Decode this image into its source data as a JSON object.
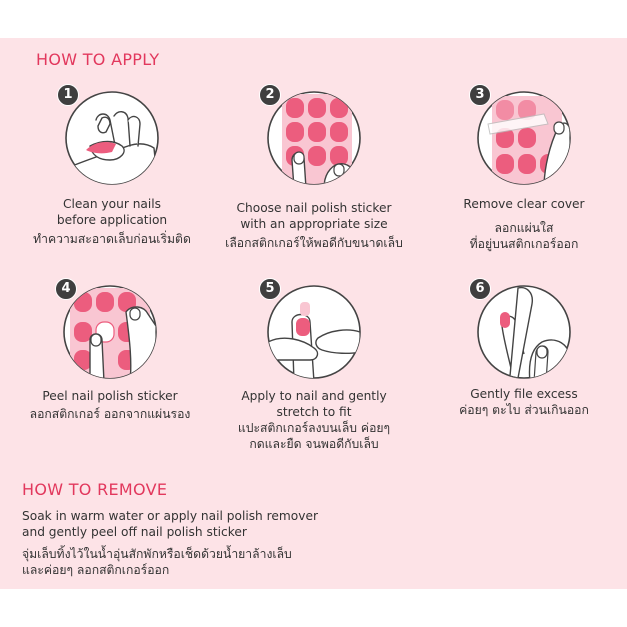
{
  "apply": {
    "title": "HOW TO APPLY",
    "steps": [
      {
        "number": "1",
        "icon": "clean-nail-icon",
        "en": [
          "Clean your nails",
          "before application"
        ],
        "th": [
          "ทำความสะอาดเล็บก่อนเริ่มติด"
        ]
      },
      {
        "number": "2",
        "icon": "sticker-sheet-icon",
        "en": [
          "Choose nail polish sticker",
          "with an appropriate size"
        ],
        "th": [
          "เลือกสติกเกอร์ให้พอดีกับขนาดเล็บ"
        ]
      },
      {
        "number": "3",
        "icon": "remove-cover-icon",
        "en": [
          "Remove clear cover"
        ],
        "th": [
          "ลอกแผ่นใส",
          "ที่อยู่บนสติกเกอร์ออก"
        ]
      },
      {
        "number": "4",
        "icon": "peel-sticker-icon",
        "en": [
          "Peel nail polish  sticker"
        ],
        "th": [
          "ลอกสติกเกอร์ ออกจากแผ่นรอง"
        ]
      },
      {
        "number": "5",
        "icon": "apply-stretch-icon",
        "en": [
          "Apply to nail and gently",
          "stretch to fit"
        ],
        "th": [
          "แปะสติกเกอร์ลงบนเล็บ ค่อยๆ",
          "กดและยืด จนพอดีกับเล็บ"
        ]
      },
      {
        "number": "6",
        "icon": "file-excess-icon",
        "en": [
          "Gently file excess"
        ],
        "th": [
          "ค่อยๆ ตะไบ ส่วนเกินออก"
        ]
      }
    ]
  },
  "remove": {
    "title": "HOW TO REMOVE",
    "en": [
      "Soak in warm water or apply nail polish remover",
      "and gently peel off nail polish sticker"
    ],
    "th": [
      "จุ่มเล็บทิ้งไว้ในน้ำอุ่นสักพักหรือเช็ดด้วยน้ำยาล้างเล็บ",
      "และค่อยๆ ลอกสติกเกอร์ออก"
    ]
  },
  "colors": {
    "panel": "#fde3e7",
    "accent": "#e2385d",
    "sticker": "#ec5d7e",
    "badge": "#3f3f3f",
    "text": "#333333"
  }
}
